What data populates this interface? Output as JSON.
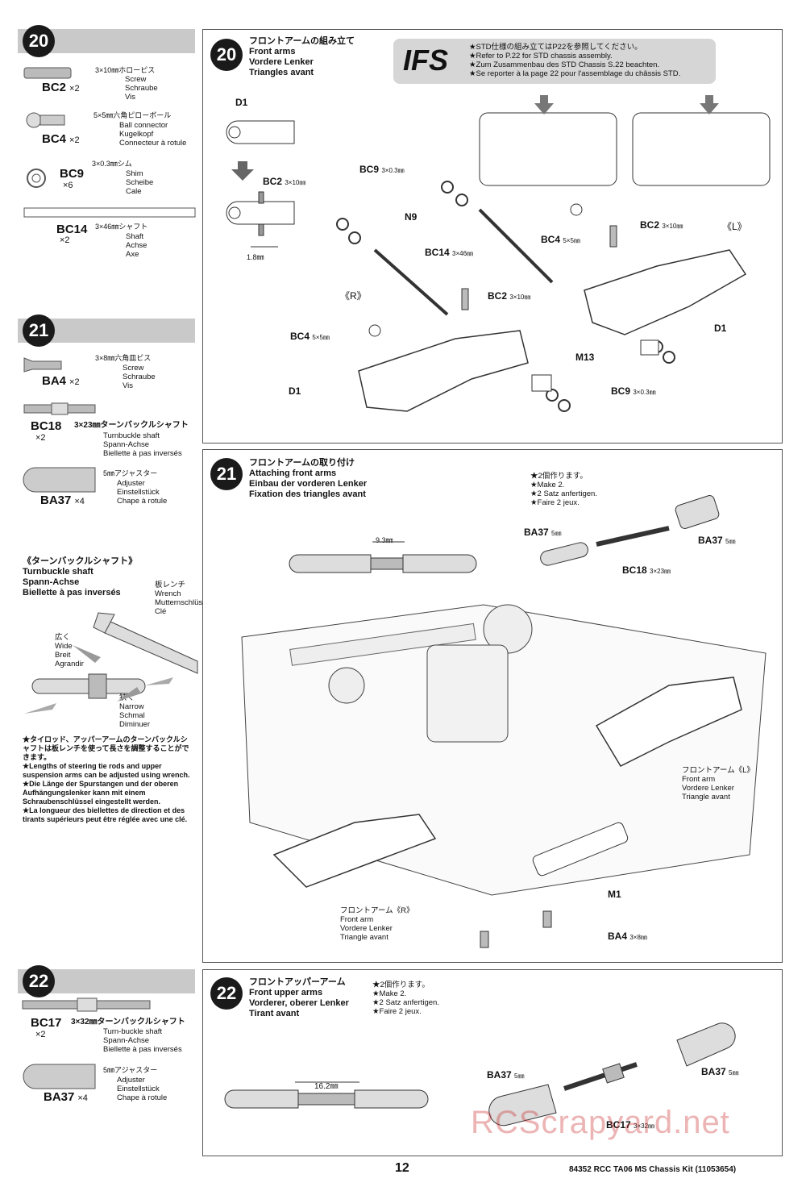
{
  "left": {
    "step20": {
      "num": "20",
      "parts": [
        {
          "code": "BC2",
          "qty": "×2",
          "jp": "3×10㎜ホローピス",
          "lines": [
            "Screw",
            "Schraube",
            "Vis"
          ]
        },
        {
          "code": "BC4",
          "qty": "×2",
          "jp": "5×5㎜六角ピローボール",
          "lines": [
            "Ball connector",
            "Kugelkopf",
            "Connecteur à rotule"
          ]
        },
        {
          "code": "BC9",
          "qty": "×6",
          "jp": "3×0.3㎜シム",
          "lines": [
            "Shim",
            "Scheibe",
            "Cale"
          ]
        },
        {
          "code": "BC14",
          "qty": "×2",
          "jp": "3×46㎜シャフト",
          "lines": [
            "Shaft",
            "Achse",
            "Axe"
          ]
        }
      ]
    },
    "step21": {
      "num": "21",
      "parts": [
        {
          "code": "BA4",
          "qty": "×2",
          "jp": "3×8㎜六角皿ビス",
          "lines": [
            "Screw",
            "Schraube",
            "Vis"
          ]
        },
        {
          "code": "BC18",
          "qty": "×2",
          "jp": "3×23㎜ターンバックルシャフト",
          "lines": [
            "Turnbuckle shaft",
            "Spann-Achse",
            "Biellette à pas inversés"
          ]
        },
        {
          "code": "BA37",
          "qty": "×4",
          "jp": "5㎜アジャスター",
          "lines": [
            "Adjuster",
            "Einstellstück",
            "Chape à rotule"
          ]
        }
      ],
      "turnbuckle": {
        "jp": "《ターンバックルシャフト》",
        "lines": [
          "Turnbuckle shaft",
          "Spann-Achse",
          "Biellette à pas inversés"
        ],
        "wrench": {
          "jp": "板レンチ",
          "lines": [
            "Wrench",
            "Mutternschlüssel",
            "Clé"
          ]
        },
        "wide": {
          "jp": "広く",
          "lines": [
            "Wide",
            "Breit",
            "Agrandir"
          ]
        },
        "narrow": {
          "jp": "狭く",
          "lines": [
            "Narrow",
            "Schmal",
            "Diminuer"
          ]
        },
        "notes": [
          "★タイロッド、アッパーアームのターンバックルシャフトは板レンチを使って長さを調整することができます。",
          "★Lengths of steering tie rods and upper suspension arms can be adjusted using wrench.",
          "★Die Länge der Spurstangen und der oberen Aufhängungslenker kann mit einem Schraubenschlüssel eingestellt werden.",
          "★La longueur des biellettes de direction et des tirants supérieurs peut être réglée avec une clé."
        ]
      }
    },
    "step22": {
      "num": "22",
      "parts": [
        {
          "code": "BC17",
          "qty": "×2",
          "jp": "3×32㎜ターンバックルシャフト",
          "lines": [
            "Turn-buckle shaft",
            "Spann-Achse",
            "Biellette à pas inversés"
          ]
        },
        {
          "code": "BA37",
          "qty": "×4",
          "jp": "5㎜アジャスター",
          "lines": [
            "Adjuster",
            "Einstellstück",
            "Chape à rotule"
          ]
        }
      ]
    }
  },
  "panel20": {
    "num": "20",
    "title": [
      "フロントアームの組み立て",
      "Front arms",
      "Vordere Lenker",
      "Triangles avant"
    ],
    "ifs": {
      "label": "IFS",
      "notes": [
        "★STD仕様の組み立てはP22を参照してください。",
        "★Refer to P.22 for STD chassis assembly.",
        "★Zum Zusammenbau des STD Chassis S.22 beachten.",
        "★Se reporter à la page 22 pour l'assemblage du châssis STD."
      ]
    },
    "labels": {
      "d1": "D1",
      "bc2": "BC2",
      "bc2s": "3×10㎜",
      "dim": "1.8㎜",
      "bc9": "BC9",
      "bc9s": "3×0.3㎜",
      "n9": "N9",
      "bc14": "BC14",
      "bc14s": "3×46㎜",
      "bc4": "BC4",
      "bc4s": "5×5㎜",
      "r": "《R》",
      "l": "《L》",
      "m13": "M13"
    }
  },
  "panel21": {
    "num": "21",
    "title": [
      "フロントアームの取り付け",
      "Attaching front arms",
      "Einbau der vorderen Lenker",
      "Fixation des triangles avant"
    ],
    "make2": [
      "★2個作ります。",
      "★Make 2.",
      "★2 Satz anfertigen.",
      "★Faire 2 jeux."
    ],
    "dim": "9.3㎜",
    "ba37": "BA37",
    "ba37s": "5㎜",
    "bc18": "BC18",
    "bc18s": "3×23㎜",
    "left_arm": [
      "フロントアーム《L》",
      "Front arm",
      "Vordere Lenker",
      "Triangle avant"
    ],
    "right_arm": [
      "フロントアーム《R》",
      "Front arm",
      "Vordere Lenker",
      "Triangle avant"
    ],
    "m1": "M1",
    "ba4": "BA4",
    "ba4s": "3×8㎜"
  },
  "panel22": {
    "num": "22",
    "title": [
      "フロントアッパーアーム",
      "Front upper arms",
      "Vorderer, oberer Lenker",
      "Tirant avant"
    ],
    "make2": [
      "★2個作ります。",
      "★Make 2.",
      "★2 Satz anfertigen.",
      "★Faire 2 jeux."
    ],
    "dim": "16.2㎜",
    "ba37": "BA37",
    "ba37s": "5㎜",
    "bc17": "BC17",
    "bc17s": "3×32㎜"
  },
  "footer": {
    "page": "12",
    "kit": "84352  RCC TA06 MS Chassis Kit (11053654)",
    "watermark": "RCScrapyard.net"
  }
}
